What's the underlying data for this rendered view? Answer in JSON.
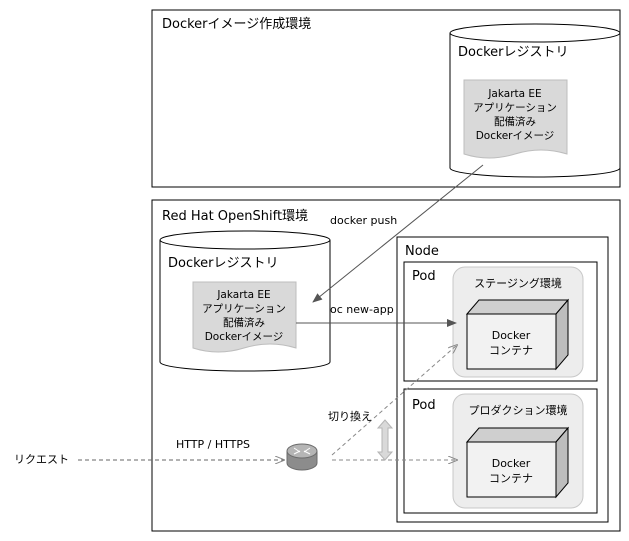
{
  "env_top": {
    "title": "Dockerイメージ作成環境"
  },
  "registry_top": {
    "title": "Dockerレジストリ",
    "doc_lines": [
      "Jakarta EE",
      "アプリケーション",
      "配備済み",
      "Dockerイメージ"
    ]
  },
  "env_openshift": {
    "title": "Red Hat OpenShift環境"
  },
  "registry_openshift": {
    "title": "Dockerレジストリ",
    "doc_lines": [
      "Jakarta EE",
      "アプリケーション",
      "配備済み",
      "Dockerイメージ"
    ]
  },
  "node": {
    "title": "Node"
  },
  "pod_staging": {
    "title": "Pod",
    "env_label": "ステージング環境",
    "container_lines": [
      "Docker",
      "コンテナ"
    ]
  },
  "pod_production": {
    "title": "Pod",
    "env_label": "プロダクション環境",
    "container_lines": [
      "Docker",
      "コンテナ"
    ]
  },
  "arrows": {
    "docker_push": "docker push",
    "oc_new_app": "oc new-app",
    "switch": "切り換え",
    "http": "HTTP / HTTPS",
    "request": "リクエスト"
  },
  "colors": {
    "frame": "#000000",
    "doc_fill": "#d9d9d9",
    "pod_env_fill": "#ededed",
    "cube_front": "#f2f2f2",
    "cube_top": "#cfcfcf",
    "cube_side": "#bdbdbd",
    "arrow": "#555555",
    "router": "#a6a6a6"
  }
}
